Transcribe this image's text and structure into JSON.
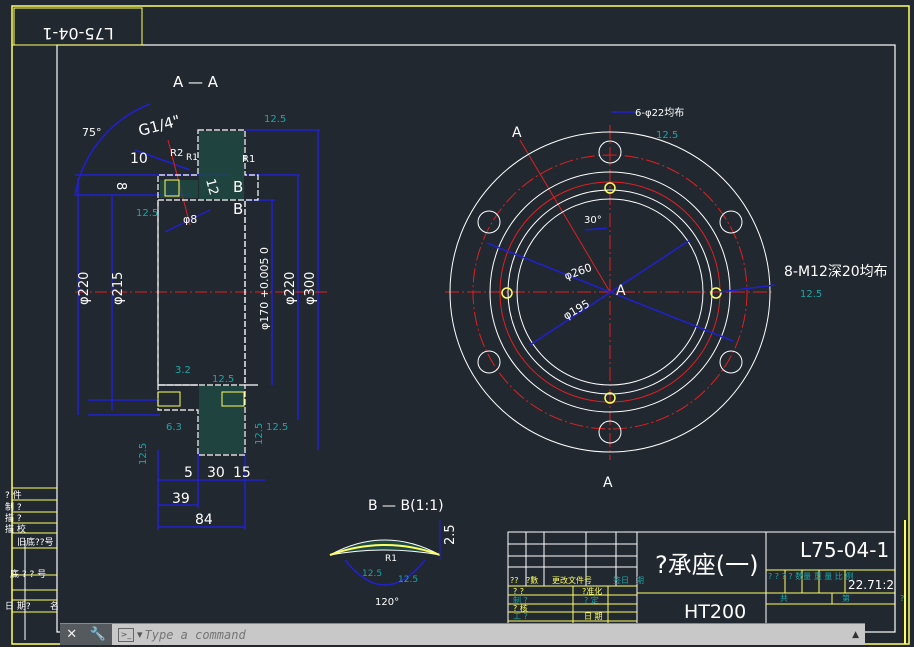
{
  "drawing": {
    "drawing_no_flipped": "L75-04-1",
    "section_aa": "A — A",
    "angle_75": "75°",
    "thread": "G1/4\"",
    "dim_10": "10",
    "r2": "R2",
    "r1a": "R1",
    "r1b": "R1",
    "dim_8": "8",
    "dim_12": "12",
    "b1": "B",
    "b2": "B",
    "phi8": "φ8",
    "rough": "12.5",
    "rough_32": "3.2",
    "rough_63": "6.3",
    "phi220a": "φ220",
    "phi215": "φ215",
    "phi170": "φ170 +0.005 0",
    "phi220b": "φ220",
    "phi300": "φ300",
    "dim_5": "5",
    "dim_30": "30",
    "dim_15": "15",
    "dim_39": "39",
    "dim_84": "84",
    "section_bb": "B — B(1:1)",
    "dim_25": "2.5",
    "bb_r1": "R1",
    "angle_120": "120°",
    "a_top": "A",
    "a_center": "A",
    "a_bottom": "A",
    "holes_note": "6-φ22均布",
    "angle_30": "30°",
    "phi260": "φ260",
    "phi195": "φ195",
    "tapped_note": "8-M12深20均布"
  },
  "title_block": {
    "part_name": "?承座(一)",
    "drawing_no": "L75-04-1",
    "material": "HT200",
    "scale": "22.71:2",
    "rev_headers": [
      "??",
      "?數",
      "更改文件号",
      "签日",
      "期"
    ],
    "rows": [
      "? ?",
      "?准化",
      "制 ?",
      "? 定",
      "? 核",
      "工 ?",
      "日 期"
    ],
    "stage_headers": "? ? ? ? 数量 重 量 比 例",
    "sheets": [
      "共",
      "第",
      "?"
    ]
  },
  "side_table": [
    "? 件",
    "制 ?",
    "描 ?",
    "描 校",
    "旧底??号",
    "底 ? ? 号",
    "日 期?",
    "名"
  ],
  "command_line": {
    "placeholder": "Type a command",
    "close": "✕",
    "settings": "🔧",
    "prompt_icon": ">_"
  },
  "colors": {
    "background": "#212830",
    "dimension": "#2020d0",
    "center_line": "#e02020",
    "outline": "#ffffff",
    "frame": "#ffff60",
    "roughness": "#1aa6a6"
  }
}
